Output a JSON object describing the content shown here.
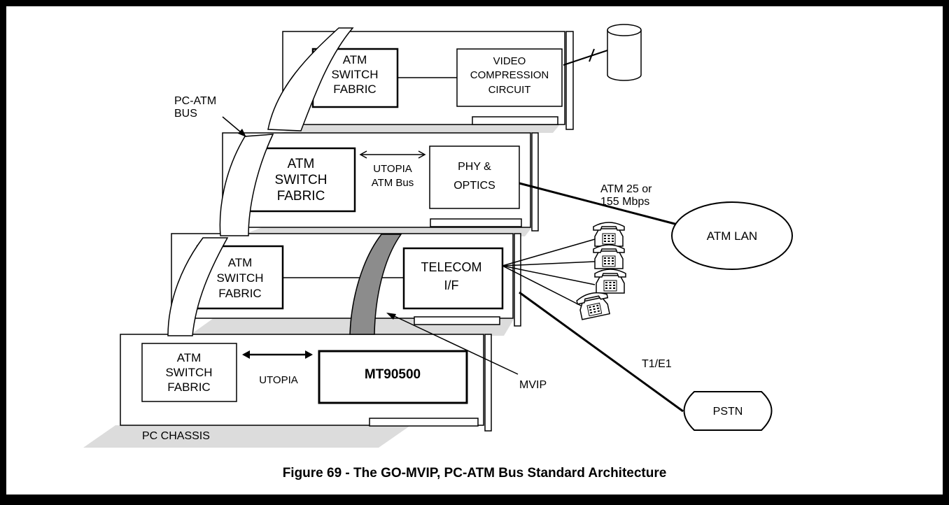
{
  "figure": {
    "caption": "Figure 69 - The GO-MVIP, PC-ATM Bus Standard Architecture"
  },
  "labels": {
    "pc_atm_bus": [
      "PC-ATM",
      "BUS"
    ],
    "pc_chassis": "PC CHASSIS",
    "mvip": "MVIP",
    "atm_rate": [
      "ATM 25 or",
      "155 Mbps"
    ],
    "t1e1": "T1/E1"
  },
  "cards": {
    "top": {
      "switch": [
        "ATM",
        "SWITCH",
        "FABRIC"
      ],
      "device": [
        "VIDEO",
        "COMPRESSION",
        "CIRCUIT"
      ]
    },
    "second": {
      "switch": [
        "ATM",
        "SWITCH",
        "FABRIC"
      ],
      "link": [
        "UTOPIA",
        "ATM Bus"
      ],
      "device": [
        "PHY &",
        "OPTICS"
      ]
    },
    "third": {
      "switch": [
        "ATM",
        "SWITCH",
        "FABRIC"
      ],
      "device": [
        "TELECOM",
        "I/F"
      ]
    },
    "bottom": {
      "switch": [
        "ATM",
        "SWITCH",
        "FABRIC"
      ],
      "link": "UTOPIA",
      "device": "MT90500"
    }
  },
  "networks": {
    "atm_lan": "ATM LAN",
    "pstn": "PSTN"
  }
}
